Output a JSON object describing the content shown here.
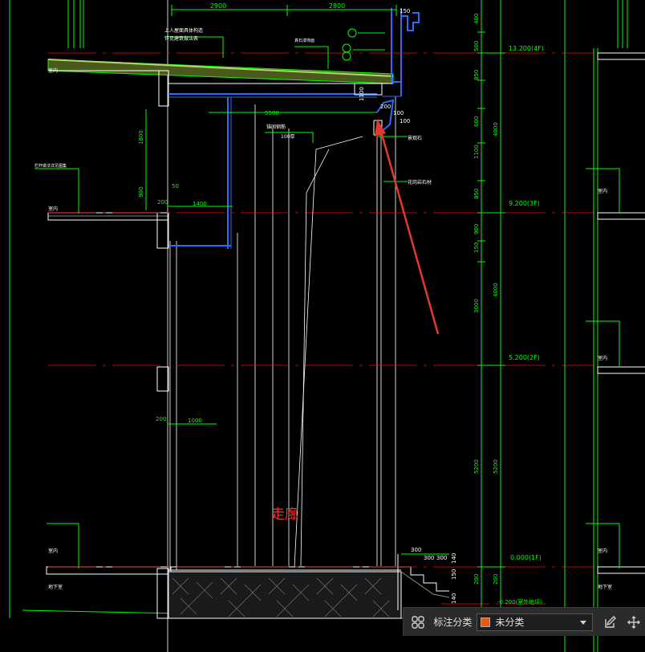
{
  "drawing": {
    "dims_top": [
      "2900",
      "2800"
    ],
    "dim_150": "150",
    "dim_5500": "5500",
    "dim_1400": "1400",
    "dim_1800": "1800",
    "dim_900": "900",
    "dim_200_left": "200",
    "dim_50": "50",
    "dim_200_lower": "200",
    "dim_1000": "1000",
    "dim_200_r": "200",
    "dim_1100": "1100",
    "dim_100a": "100",
    "dim_100b": "100",
    "dims_bottom_300": [
      "300",
      "300",
      "300"
    ],
    "dim_140": "140",
    "dim_150b": "150",
    "dim_140b": "140",
    "note_roof": "上人屋面具体构造",
    "note_roof2": "详见建筑做法表",
    "note_bolt": "锚固钢筋",
    "note_100": "100厚",
    "note_stone": "景观石",
    "note_nat": "花岗岩石材",
    "note_paint": "真石漆饰面",
    "note_rail": "栏杆做法详见图集",
    "room_label": "走廊",
    "left_room": "室内",
    "left_room2": "室内",
    "left_room3": "室内",
    "basement": "地下室",
    "right_room": "室内",
    "right_room2": "室内",
    "right_room3": "室内",
    "right_basement": "地下室",
    "level_13": "13.200(4F)",
    "level_9": "9.200(3F)",
    "level_5": "5.200(2F)",
    "level_0": "0.000(1F)",
    "level_m": "-0.200(室外地坪)",
    "vert_dims": [
      "400",
      "500",
      "850",
      "600",
      "1100",
      "850",
      "900",
      "3000",
      "4000",
      "5200",
      "5200",
      "4000",
      "200",
      "200",
      "150"
    ]
  },
  "toolbar": {
    "label": "标注分类",
    "selected": "未分类",
    "swatch_color": "#e8590c"
  },
  "colors": {
    "green": "#00ff00",
    "white": "#ffffff",
    "blue": "#2b6cff",
    "red": "#ff0000",
    "cyan": "#00ffff",
    "annot_red": "#e23a2a"
  }
}
